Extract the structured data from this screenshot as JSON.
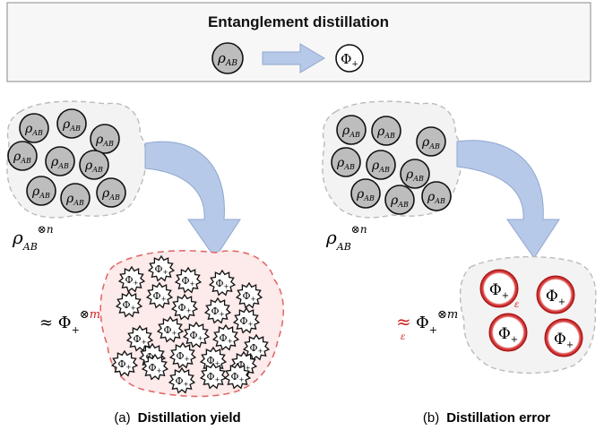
{
  "header": {
    "title": "Entanglement distillation",
    "input_state": "ρAB",
    "output_state": "Φ+"
  },
  "panel_a": {
    "caption_label": "(a)",
    "caption_title": "Distillation yield",
    "input_copies": "ρAB⊗n",
    "input_state_label": "ρAB",
    "input_state_count": 9,
    "output_expression": "≈ Φ+⊗m",
    "output_exponent_var": "m",
    "output_state_label": "Φ+",
    "output_state_count": 24
  },
  "panel_b": {
    "caption_label": "(b)",
    "caption_title": "Distillation error",
    "input_copies": "ρAB⊗n",
    "input_state_label": "ρAB",
    "input_state_count": 9,
    "output_expression": "≈ε Φ+⊗m",
    "error_symbol": "ε",
    "output_state_label": "Φ+",
    "output_state_count": 4
  },
  "colors": {
    "arrow_fill": "#b7c9e8",
    "arrow_stroke": "#8fa6d0",
    "ball_fill": "#bdbdbd",
    "cloud_fill": "#f3f3f3",
    "cloud_dash": "#bbbbbb",
    "yield_cloud_fill": "#fdeaea",
    "yield_cloud_dash": "#e06a6a",
    "error_accent": "#cc2222"
  }
}
